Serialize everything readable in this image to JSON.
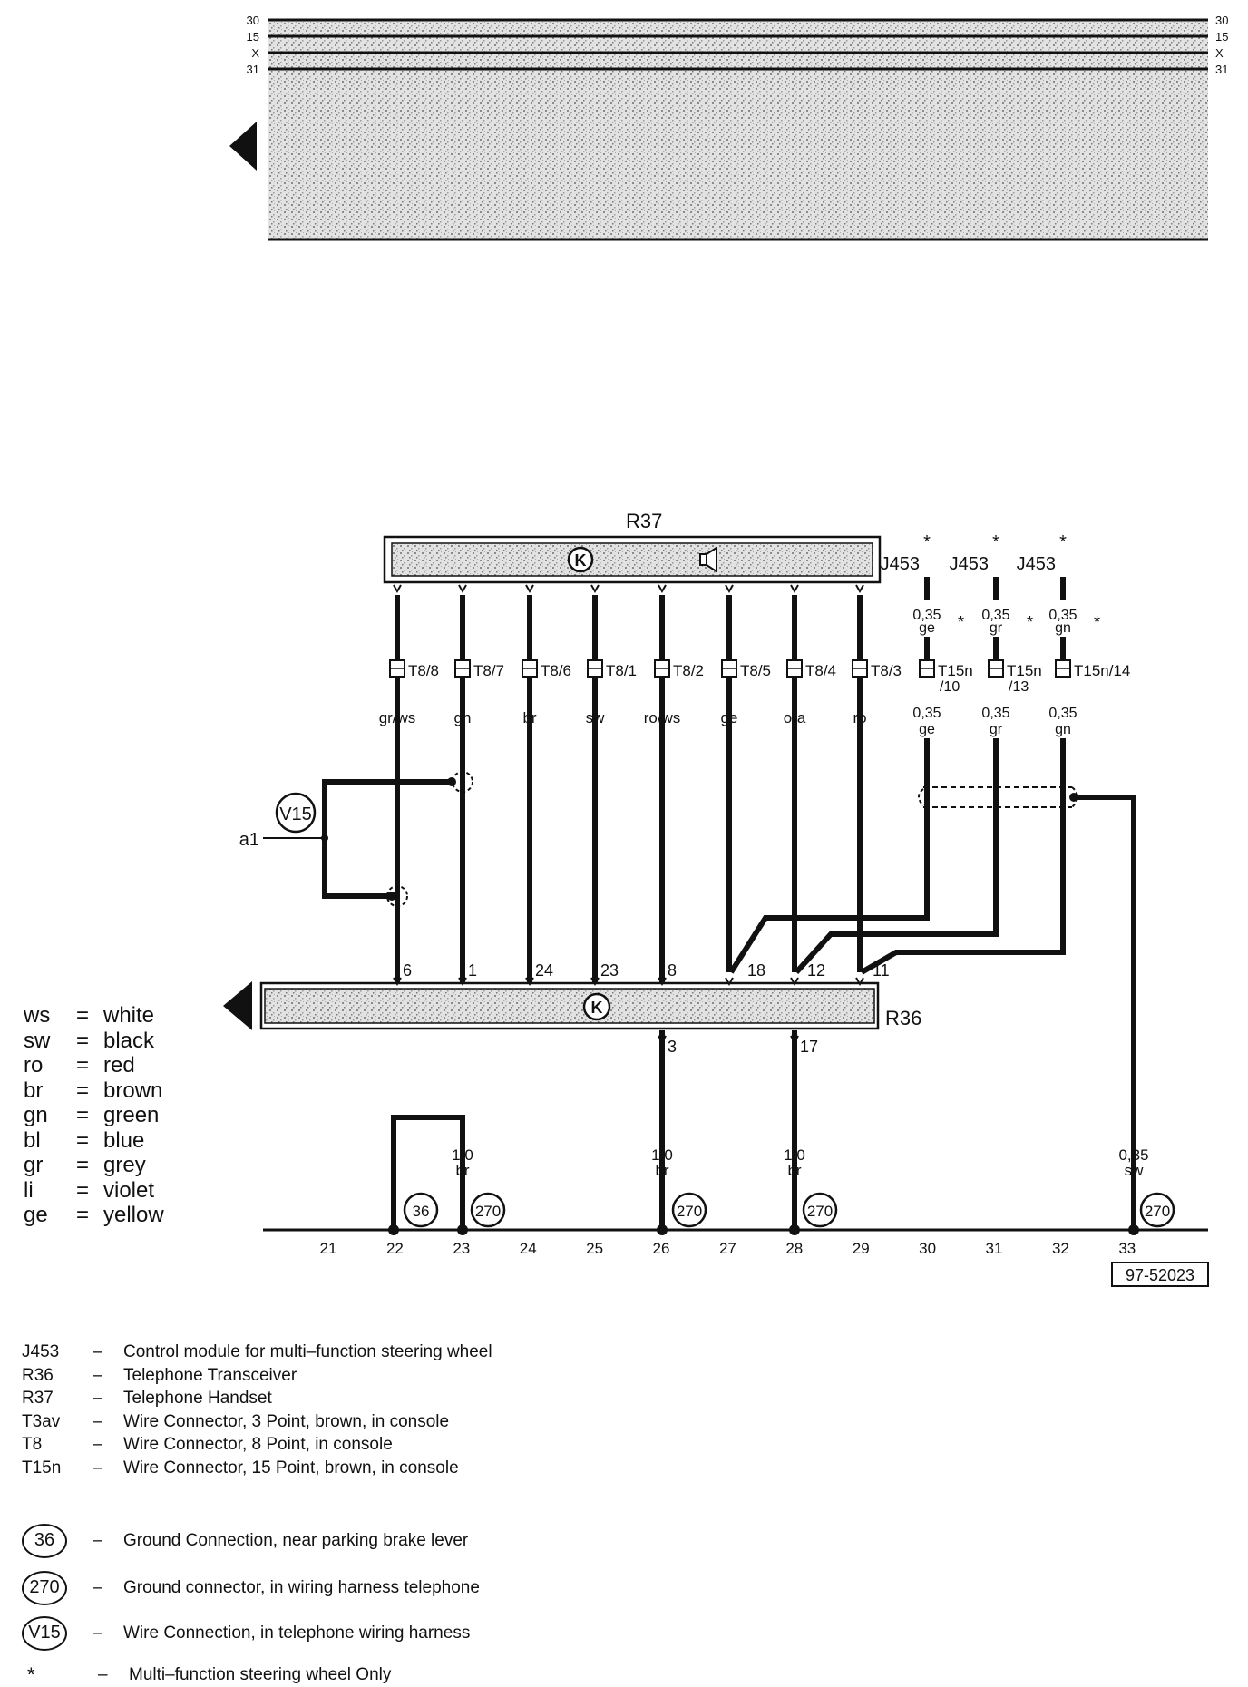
{
  "rails": {
    "left": [
      "30",
      "15",
      "X",
      "31"
    ],
    "right": [
      "30",
      "15",
      "X",
      "31"
    ]
  },
  "components": {
    "handset": {
      "code": "R37"
    },
    "transceiver": {
      "code": "R36"
    },
    "control_module": {
      "code": "J453",
      "note": "*"
    }
  },
  "handset_wires": [
    {
      "connector": "T8/8",
      "color": "gr/ws",
      "pin": "6"
    },
    {
      "connector": "T8/7",
      "color": "gn",
      "pin": "1"
    },
    {
      "connector": "T8/6",
      "color": "br",
      "pin": "24"
    },
    {
      "connector": "T8/1",
      "color": "sw",
      "pin": "23"
    },
    {
      "connector": "T8/2",
      "color": "ro/ws",
      "pin": "8"
    },
    {
      "connector": "T8/5",
      "color": "ge",
      "pin": ""
    },
    {
      "connector": "T8/4",
      "color": "ora",
      "pin": ""
    },
    {
      "connector": "T8/3",
      "color": "ro",
      "pin": ""
    }
  ],
  "module_wires": [
    {
      "size": "0,35",
      "color": "ge",
      "connector": "T15n",
      "sub": "/10",
      "pin": "18"
    },
    {
      "size": "0,35",
      "color": "gr",
      "connector": "T15n",
      "sub": "/13",
      "pin": "12"
    },
    {
      "size": "0,35",
      "color": "gn",
      "connector": "T15n/14",
      "sub": "",
      "pin": "11"
    }
  ],
  "transceiver_lower_pins": [
    "3",
    "17"
  ],
  "splice": {
    "code": "V15",
    "wire": "a1"
  },
  "ground_wires": [
    {
      "size": "1,0",
      "color": "br"
    },
    {
      "size": "1,0",
      "color": "br"
    },
    {
      "size": "1,0",
      "color": "br"
    },
    {
      "size": "0,35",
      "color": "sw"
    }
  ],
  "grounds": [
    "36",
    "270",
    "270",
    "270",
    "270"
  ],
  "track_numbers": [
    "21",
    "22",
    "23",
    "24",
    "25",
    "26",
    "27",
    "28",
    "29",
    "30",
    "31",
    "32",
    "33"
  ],
  "figure_id": "97-52023",
  "color_legend": [
    {
      "code": "ws",
      "name": "white"
    },
    {
      "code": "sw",
      "name": "black"
    },
    {
      "code": "ro",
      "name": "red"
    },
    {
      "code": "br",
      "name": "brown"
    },
    {
      "code": "gn",
      "name": "green"
    },
    {
      "code": "bl",
      "name": "blue"
    },
    {
      "code": "gr",
      "name": "grey"
    },
    {
      "code": "li",
      "name": "violet"
    },
    {
      "code": "ge",
      "name": "yellow"
    }
  ],
  "component_key": [
    {
      "code": "J453",
      "desc": "Control module for multi–function steering wheel"
    },
    {
      "code": "R36",
      "desc": "Telephone Transceiver"
    },
    {
      "code": "R37",
      "desc": "Telephone Handset"
    },
    {
      "code": "T3av",
      "desc": "Wire Connector, 3 Point, brown, in console"
    },
    {
      "code": "T8",
      "desc": "Wire Connector, 8 Point, in console"
    },
    {
      "code": "T15n",
      "desc": "Wire Connector, 15 Point, brown, in console"
    }
  ],
  "symbol_key": [
    {
      "symbol": "36",
      "desc": "Ground Connection, near parking brake lever"
    },
    {
      "symbol": "270",
      "desc": "Ground connector, in wiring harness telephone"
    },
    {
      "symbol": "V15",
      "desc": "Wire Connection, in telephone wiring harness"
    },
    {
      "symbol": "*",
      "desc": "Multi–function steering wheel Only"
    }
  ]
}
